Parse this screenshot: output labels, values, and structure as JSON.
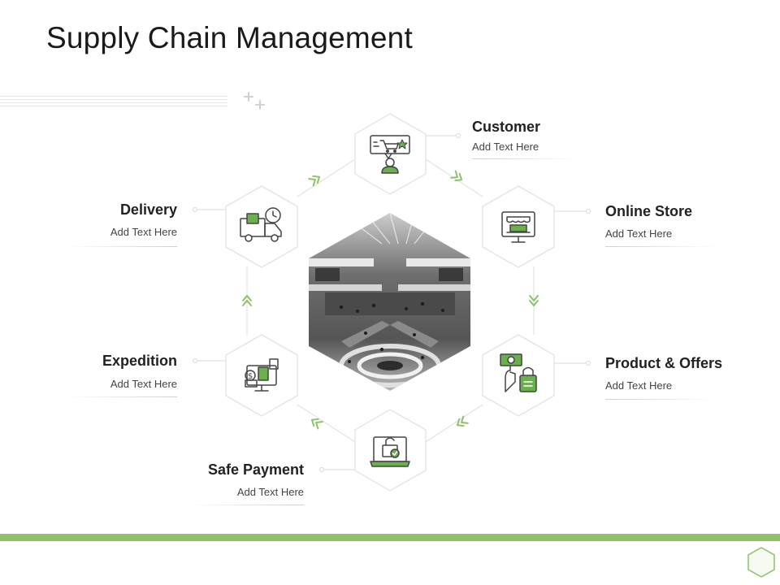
{
  "title": "Supply Chain Management",
  "colors": {
    "accent": "#8dc26b",
    "icon_green": "#6ab04c",
    "icon_stroke": "#444444",
    "hex_border": "#e3e3e3"
  },
  "nodes": [
    {
      "id": "customer",
      "title": "Customer",
      "subtitle": "Add Text Here",
      "icon": "customer-cart-icon"
    },
    {
      "id": "online-store",
      "title": "Online Store",
      "subtitle": "Add Text Here",
      "icon": "online-store-icon"
    },
    {
      "id": "product-offers",
      "title": "Product & Offers",
      "subtitle": "Add Text Here",
      "icon": "product-offers-icon"
    },
    {
      "id": "safe-payment",
      "title": "Safe Payment",
      "subtitle": "Add Text Here",
      "icon": "safe-payment-icon"
    },
    {
      "id": "expedition",
      "title": "Expedition",
      "subtitle": "Add Text Here",
      "icon": "expedition-icon"
    },
    {
      "id": "delivery",
      "title": "Delivery",
      "subtitle": "Add Text Here",
      "icon": "delivery-truck-icon"
    }
  ],
  "center_image": "shopping-mall-photo"
}
